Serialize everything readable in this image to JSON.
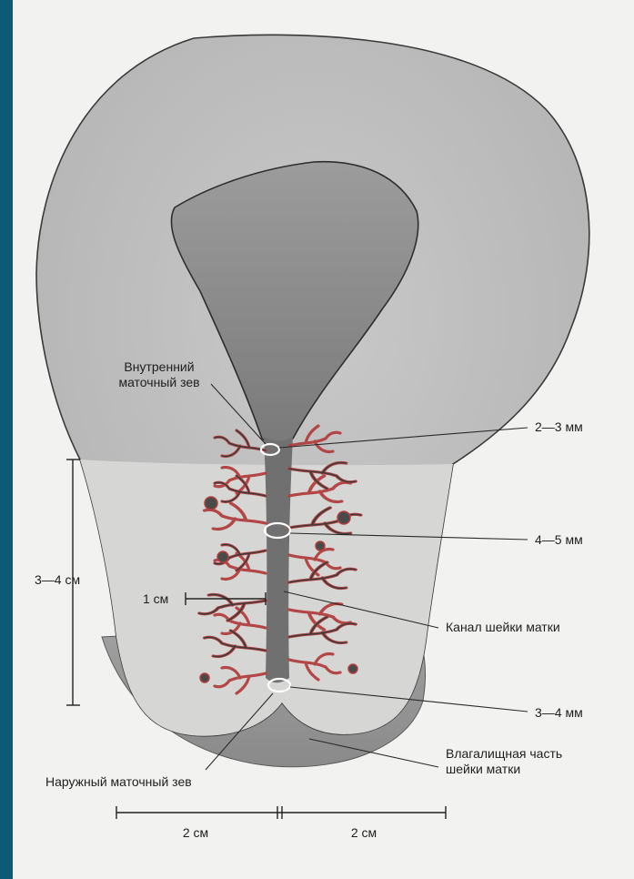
{
  "labels": {
    "internal_os_line1": "Внутренний",
    "internal_os_line2": "маточный зев",
    "external_os": "Наружный маточный зев",
    "canal": "Канал шейки матки",
    "vaginal_part_line1": "Влагалищная часть",
    "vaginal_part_line2": "шейки матки",
    "dim_internal": "2—3 мм",
    "dim_middle": "4—5 мм",
    "dim_external": "3—4 мм",
    "cervix_length": "3—4 см",
    "gland_depth": "1 см",
    "width_left": "2 см",
    "width_right": "2 см"
  }
}
